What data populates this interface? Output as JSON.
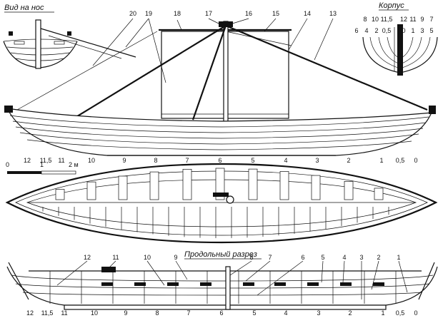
{
  "titles": {
    "bow_view": "Вид на нос",
    "hull": "Корпус",
    "section": "Продольный разрез"
  },
  "scale_bar": {
    "start": "0",
    "mid": "1",
    "end": "2 м"
  },
  "side_view_callouts": [
    "20",
    "19",
    "18",
    "17",
    "16",
    "15",
    "14",
    "13"
  ],
  "side_view_stations": [
    "12",
    "11,5",
    "11",
    "10",
    "9",
    "8",
    "7",
    "6",
    "5",
    "4",
    "3",
    "2",
    "1",
    "0,5",
    "0"
  ],
  "hull_callouts": {
    "left_top": [
      "8",
      "10",
      "11,5"
    ],
    "left_bottom": [
      "6",
      "4",
      "2",
      "0,5"
    ],
    "right_top": [
      "12",
      "11",
      "9",
      "7"
    ],
    "right_bottom": [
      "0",
      "1",
      "3",
      "5"
    ]
  },
  "section_callouts": [
    "12",
    "11",
    "10",
    "9",
    "8",
    "7",
    "6",
    "5",
    "4",
    "3",
    "2",
    "1"
  ],
  "section_stations": [
    "12",
    "11,5",
    "11",
    "10",
    "9",
    "8",
    "7",
    "6",
    "5",
    "4",
    "3",
    "2",
    "1",
    "0,5",
    "0"
  ]
}
